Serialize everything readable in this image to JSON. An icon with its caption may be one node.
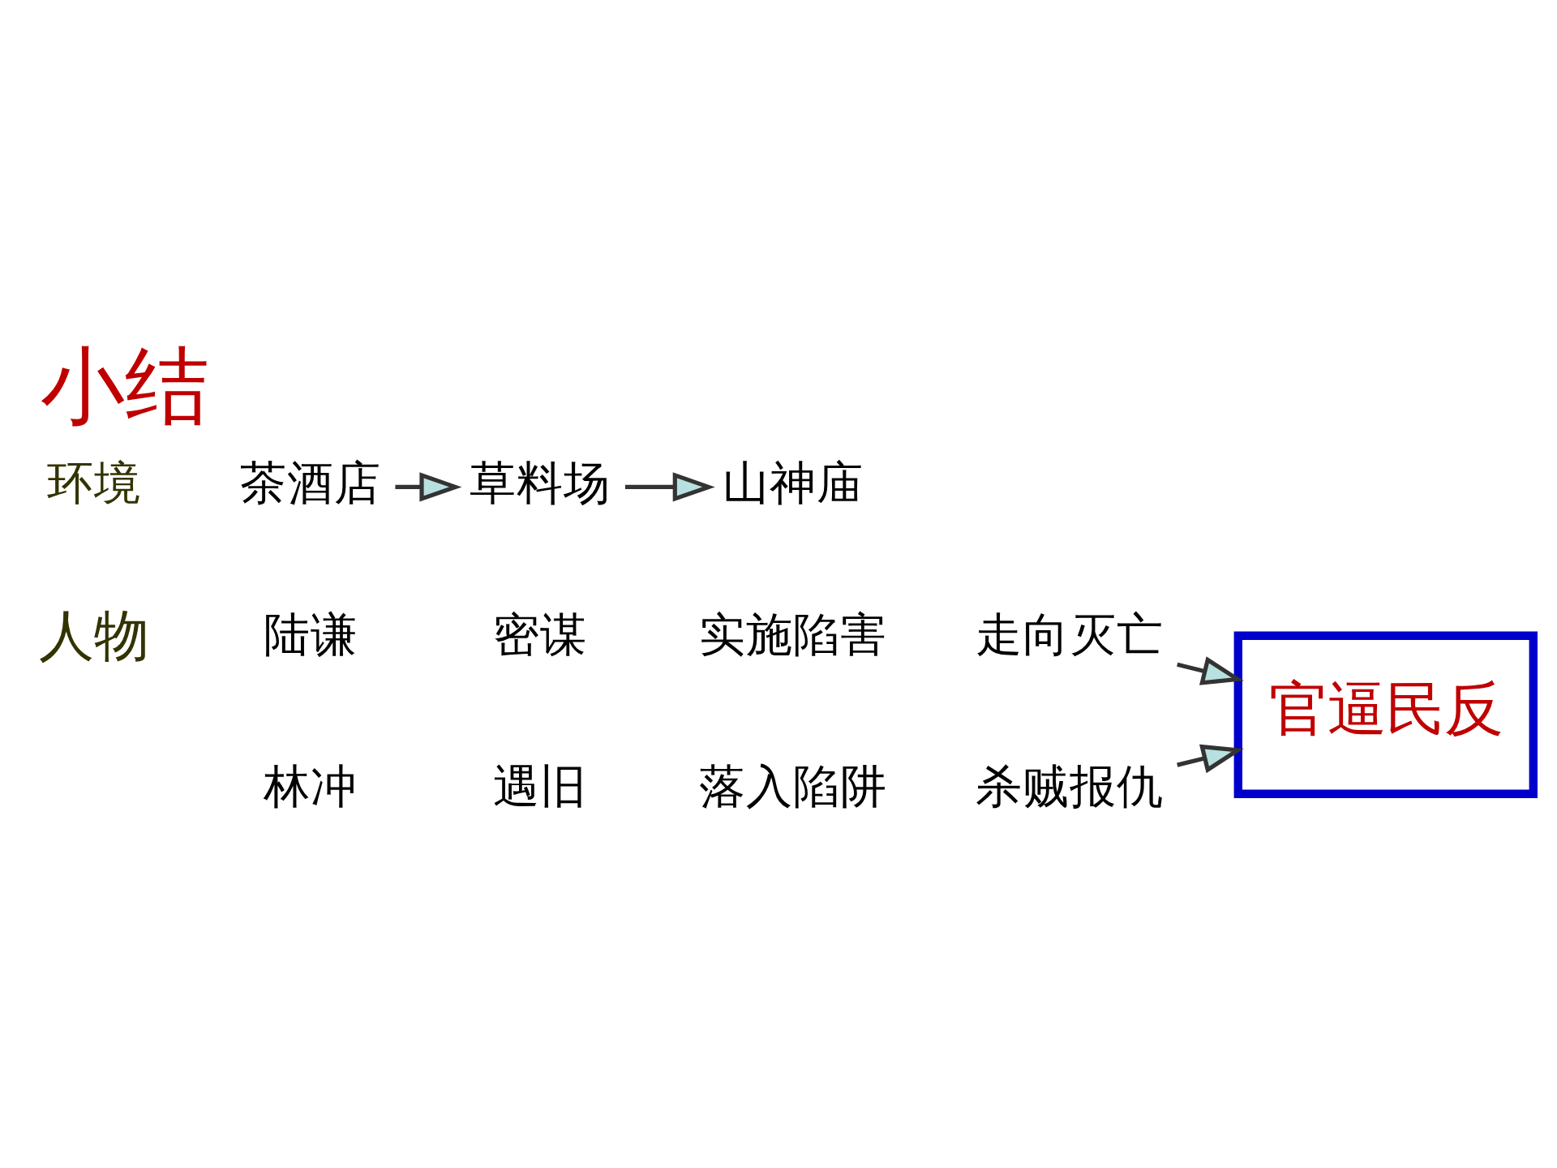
{
  "diagram": {
    "title": "小结",
    "nodes": [
      {
        "text": [
          "茶酒店"
        ]
      },
      {
        "text": [
          "草料场"
        ]
      },
      {
        "text": [
          "山神庙"
        ]
      },
      {
        "text": [
          "走向灭亡"
        ]
      },
      {
        "text": [
          "杀贼报仇"
        ]
      },
      {
        "text": [
          "官逼民反"
        ]
      }
    ],
    "edges": [
      {
        "from": 0,
        "to": 1,
        "arrow": "to"
      },
      {
        "from": 1,
        "to": 2,
        "arrow": "to"
      },
      {
        "from": 3,
        "to": 5,
        "arrow": "to"
      },
      {
        "from": 4,
        "to": 5,
        "arrow": "to"
      }
    ],
    "labels": [
      "环境",
      "人物",
      "陆谦",
      "密谋",
      "实施陷害",
      "林冲",
      "遇旧",
      "落入陷阱"
    ]
  }
}
